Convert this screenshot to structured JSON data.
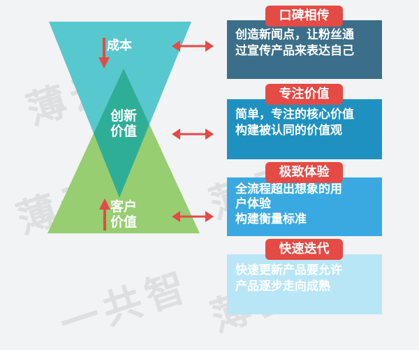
{
  "watermark": {
    "top_left": "薄云",
    "middle_left": "薄云",
    "bottom_left": "一共智",
    "middle_right": "薄云",
    "bottom_right": "薄云"
  },
  "labels": {
    "cost": "成本",
    "innovation_line1": "创新",
    "innovation_line2": "价值",
    "customer_line1": "客户",
    "customer_line2": "价值"
  },
  "sections": [
    {
      "title": "口碑相传",
      "lines": [
        "创造新闻点，让粉丝通",
        "过宣传产品来表达自己"
      ]
    },
    {
      "title": "专注价值",
      "lines": [
        "简单，专注的核心价值",
        "构建被认同的价值观"
      ]
    },
    {
      "title": "极致体验",
      "lines": [
        "全流程超出想象的用",
        "户体验",
        "构建衡量标准"
      ]
    },
    {
      "title": "快速迭代",
      "lines": [
        "快速更新产品要允许",
        "产品逐步走向成熟"
      ]
    }
  ],
  "icons": {
    "arrow_down": "arrow-down-icon",
    "arrow_up": "arrow-up-icon",
    "double_arrow": "double-arrow-icon"
  },
  "colors": {
    "background": "#f2f3f5",
    "top_triangle": "#58c8cf",
    "bottom_triangle": "#97ce71",
    "overlap": "#2fae97",
    "box1": "#3b6f89",
    "box2": "#1f91c0",
    "box3": "#3ba9e1",
    "box4": "#b9e6f6",
    "pill": "#e54a45",
    "arrow": "#e54a45"
  }
}
